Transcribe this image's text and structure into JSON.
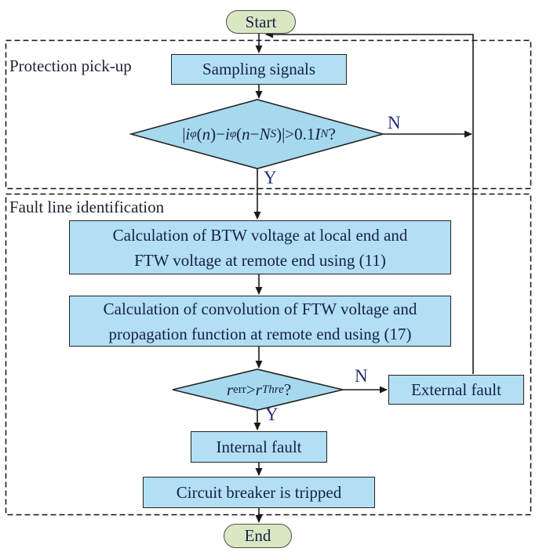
{
  "terminals": {
    "start": "Start",
    "end": "End"
  },
  "regions": {
    "pickup": {
      "label": "Protection pick-up"
    },
    "identification": {
      "label": "Fault line identification"
    }
  },
  "process": {
    "sampling": "Sampling signals",
    "calc1": [
      "Calculation of BTW voltage at local end and",
      "FTW voltage at remote end using (11)"
    ],
    "calc2": [
      "Calculation of convolution of FTW voltage and",
      "propagation function at remote end using (17)"
    ],
    "external": "External fault",
    "internal": "Internal fault",
    "breaker": "Circuit breaker is tripped"
  },
  "decisions": {
    "pickup": {
      "formula": [
        {
          "t": "|"
        },
        {
          "t": "i",
          "i": true
        },
        {
          "t": "φ",
          "i": true,
          "sub": true
        },
        {
          "t": "("
        },
        {
          "t": "n",
          "i": true
        },
        {
          "t": ")−"
        },
        {
          "t": "i",
          "i": true
        },
        {
          "t": "φ",
          "i": true,
          "sub": true
        },
        {
          "t": "("
        },
        {
          "t": "n",
          "i": true
        },
        {
          "t": "−"
        },
        {
          "t": "N",
          "i": true
        },
        {
          "t": "S",
          "i": true,
          "sub": true
        },
        {
          "t": ")|>0.1"
        },
        {
          "t": "I",
          "i": true
        },
        {
          "t": "N",
          "i": true,
          "sub": true
        },
        {
          "t": "?"
        }
      ]
    },
    "ratio": {
      "formula": [
        {
          "t": "r",
          "i": true
        },
        {
          "t": "err",
          "sub": true
        },
        {
          "t": ">"
        },
        {
          "t": "r",
          "i": true
        },
        {
          "t": "Thre",
          "i": true,
          "sub": true
        },
        {
          "t": "?"
        }
      ]
    }
  },
  "branch_labels": {
    "pickup_no": "N",
    "pickup_yes": "Y",
    "ratio_no": "N",
    "ratio_yes": "Y"
  },
  "colors": {
    "process_fill": "#b3dff4",
    "decision_fill": "#a7d9ee",
    "terminal_fill": "#d9e8c3",
    "line": "#1a1a1a",
    "text": "#16204a",
    "branch_label": "#22307a"
  }
}
